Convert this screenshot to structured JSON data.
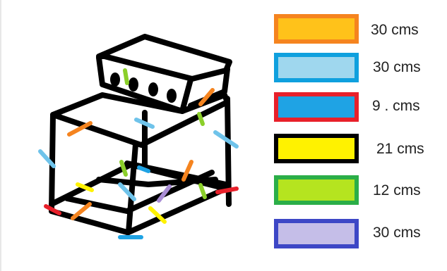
{
  "legend": [
    {
      "label": "30 cms",
      "fill": "#FFC21A",
      "border": "#F5841F"
    },
    {
      "label": "30 cms",
      "fill": "#9FD7EE",
      "border": "#0FA0DE"
    },
    {
      "label": "9 . cms",
      "fill": "#1FA3E4",
      "border": "#E8202A"
    },
    {
      "label": "21 cms",
      "fill": "#FFF200",
      "border": "#000000"
    },
    {
      "label": "12 cms",
      "fill": "#B5E41F",
      "border": "#2BAE48"
    },
    {
      "label": "30 cms",
      "fill": "#C5BEE8",
      "border": "#3D47C6"
    }
  ]
}
